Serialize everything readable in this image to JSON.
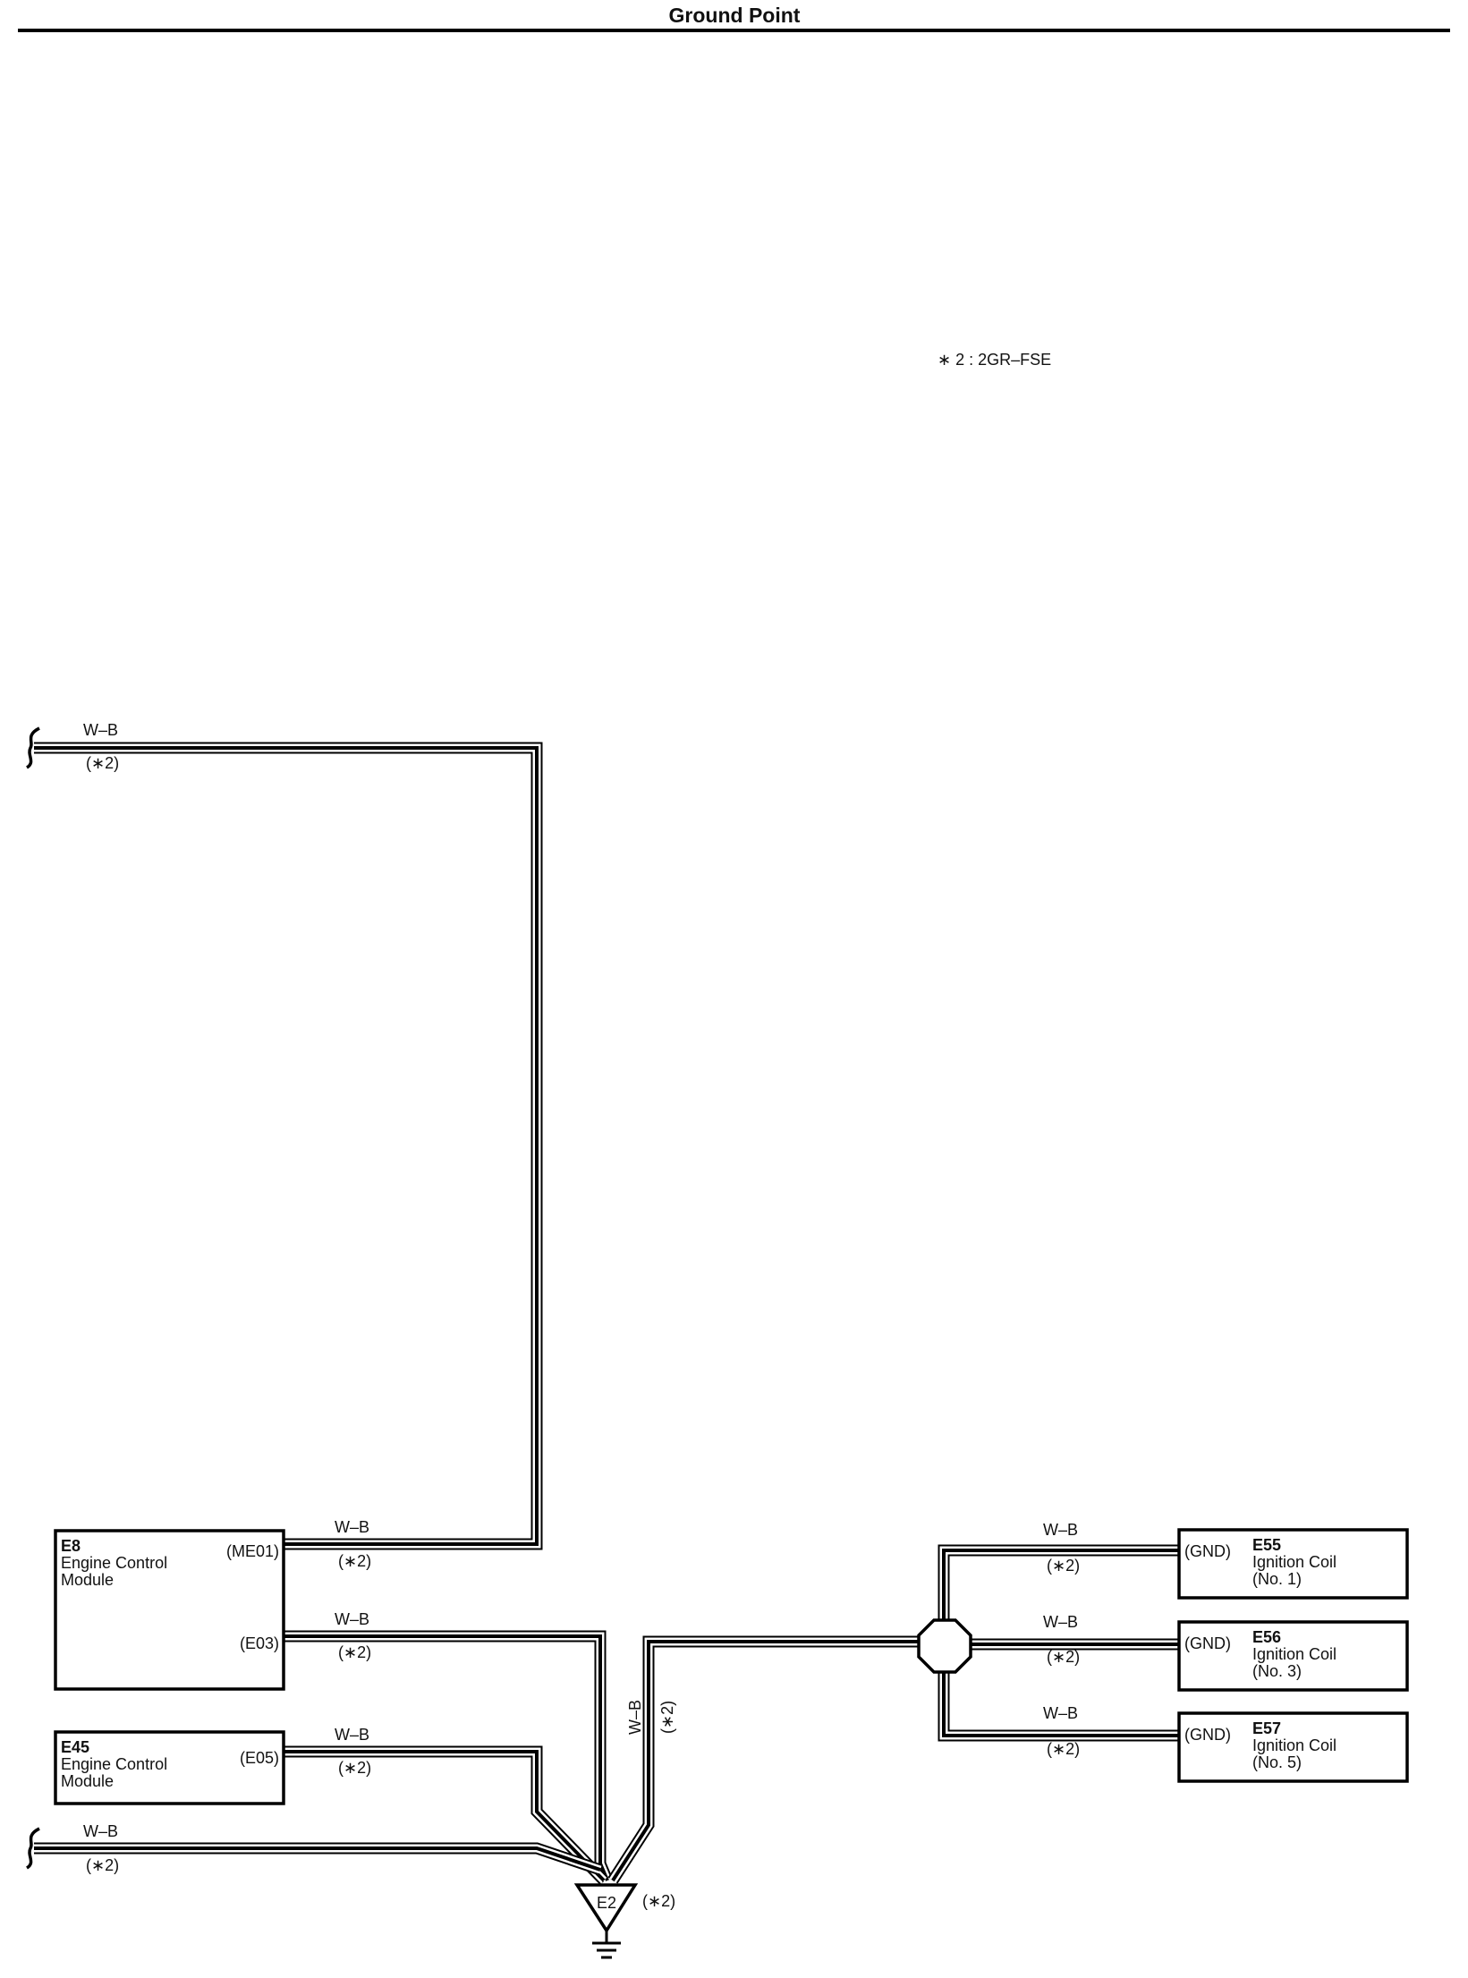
{
  "page": {
    "title": "Ground Point"
  },
  "note": {
    "text": "∗ 2 : 2GR–FSE"
  },
  "wire_color": "W–B",
  "wire_note": "(∗2)",
  "components": {
    "e8": {
      "code": "E8",
      "name_line1": "Engine Control",
      "name_line2": "Module",
      "pin1": "(ME01)",
      "pin2": "(E03)"
    },
    "e45": {
      "code": "E45",
      "name_line1": "Engine Control",
      "name_line2": "Module",
      "pin1": "(E05)"
    },
    "e55": {
      "code": "E55",
      "name_line1": "Ignition Coil",
      "name_line2": "(No. 1)",
      "pin1": "(GND)"
    },
    "e56": {
      "code": "E56",
      "name_line1": "Ignition Coil",
      "name_line2": "(No. 3)",
      "pin1": "(GND)"
    },
    "e57": {
      "code": "E57",
      "name_line1": "Ignition Coil",
      "name_line2": "(No. 5)",
      "pin1": "(GND)"
    }
  },
  "ground": {
    "code": "E2",
    "note": "(∗2)"
  }
}
